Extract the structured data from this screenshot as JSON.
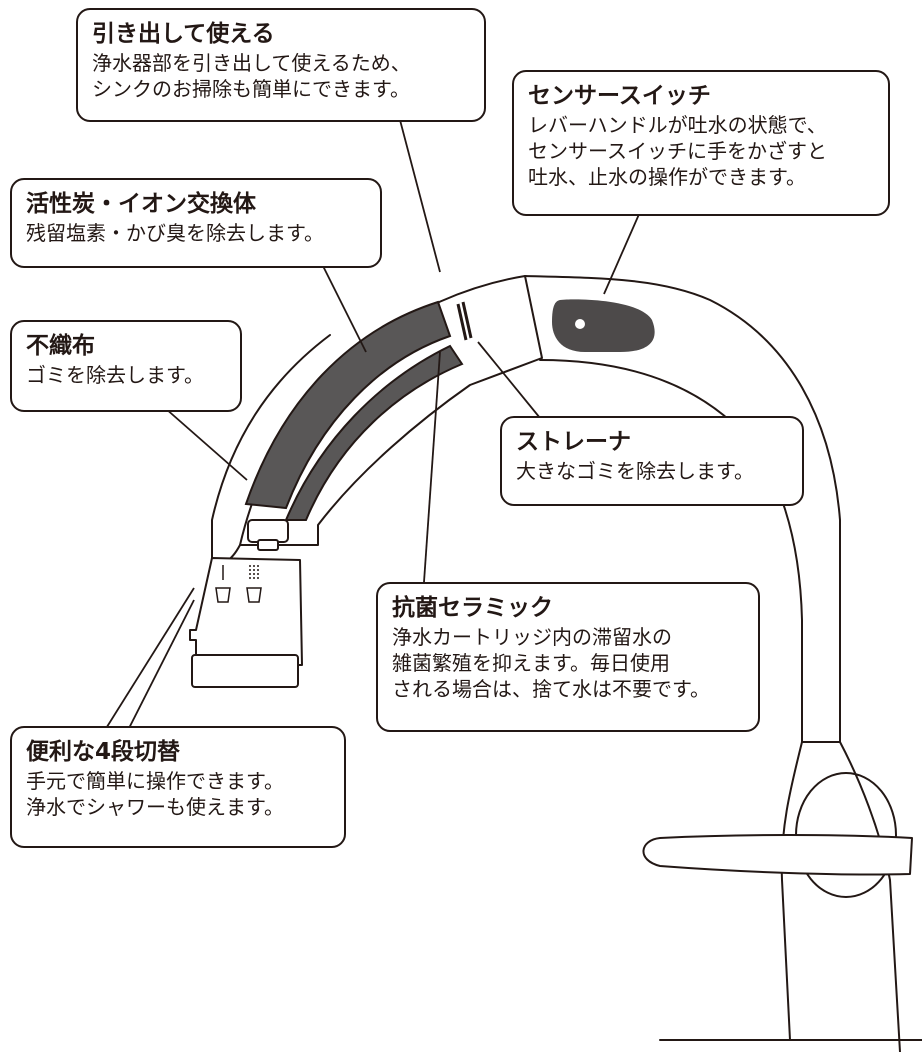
{
  "callouts": {
    "pull_out": {
      "title": "引き出して使える",
      "lines": [
        "浄水器部を引き出して使えるため、",
        "シンクのお掃除も簡単にできます。"
      ]
    },
    "sensor_switch": {
      "title": "センサースイッチ",
      "lines": [
        "レバーハンドルが吐水の状態で、",
        "センサースイッチに手をかざすと",
        "吐水、止水の操作ができます。"
      ]
    },
    "activated_carbon": {
      "title": "活性炭・イオン交換体",
      "lines": [
        "残留塩素・かび臭を除去します。"
      ]
    },
    "nonwoven": {
      "title": "不織布",
      "lines": [
        "ゴミを除去します。"
      ]
    },
    "strainer": {
      "title": "ストレーナ",
      "lines": [
        "大きなゴミを除去します。"
      ]
    },
    "antibacterial_ceramic": {
      "title": "抗菌セラミック",
      "lines": [
        "浄水カートリッジ内の滞留水の",
        "雑菌繁殖を抑えます。毎日使用",
        "される場合は、捨て水は不要です。"
      ]
    },
    "four_mode": {
      "title": "便利な4段切替",
      "lines": [
        "手元で簡単に操作できます。",
        "浄水でシャワーも使えます。"
      ]
    }
  },
  "colors": {
    "outline": "#231815",
    "filter_gray": "#595757",
    "sensor_gray": "#4d4a4a",
    "background": "#ffffff"
  },
  "icons": {
    "sensor_window": "sensor-window-icon",
    "mode_indicators": "mode-indicator-icon"
  }
}
